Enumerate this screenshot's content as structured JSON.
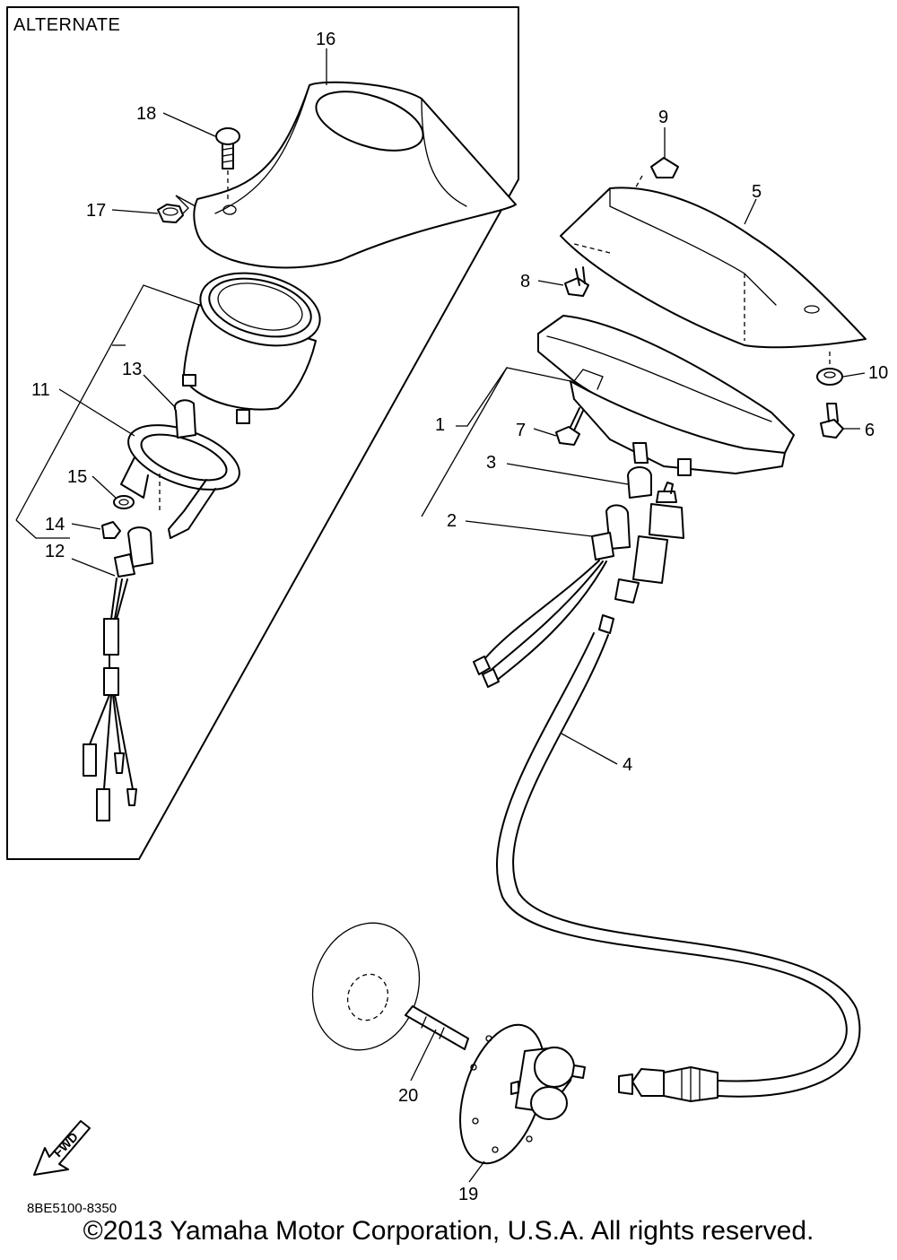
{
  "diagram": {
    "alternate_label": "ALTERNATE",
    "drawing_code": "8BE5100-8350",
    "fwd_label": "FWD",
    "copyright": "©2013 Yamaha Motor Corporation, U.S.A. All rights reserved.",
    "callouts": {
      "c1": "1",
      "c2": "2",
      "c3": "3",
      "c4": "4",
      "c5": "5",
      "c6": "6",
      "c7": "7",
      "c8": "8",
      "c9": "9",
      "c10": "10",
      "c11": "11",
      "c12": "12",
      "c13": "13",
      "c14": "14",
      "c15": "15",
      "c16": "16",
      "c17": "17",
      "c18": "18",
      "c19": "19",
      "c20": "20"
    }
  }
}
